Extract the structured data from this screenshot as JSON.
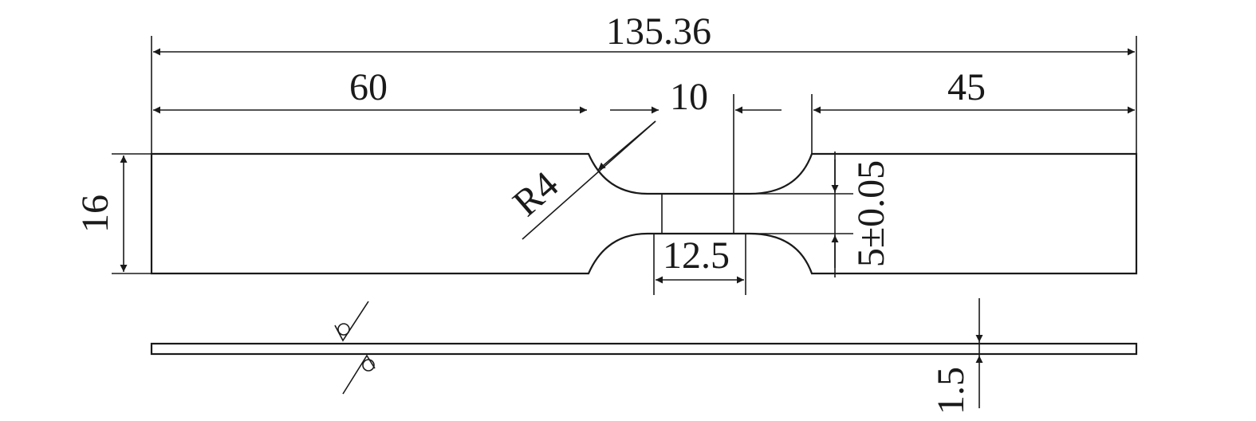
{
  "drawing": {
    "dim_total_length": "135.36",
    "dim_left_grip": "60",
    "dim_neck_offset": "10",
    "dim_right_grip": "45",
    "dim_grip_width": "16",
    "dim_fillet_radius": "R4",
    "dim_gauge_length": "12.5",
    "dim_gauge_width": "5±0.05",
    "dim_thickness": "1.5"
  },
  "colors": {
    "line": "#1a1a1a",
    "background": "#ffffff"
  }
}
